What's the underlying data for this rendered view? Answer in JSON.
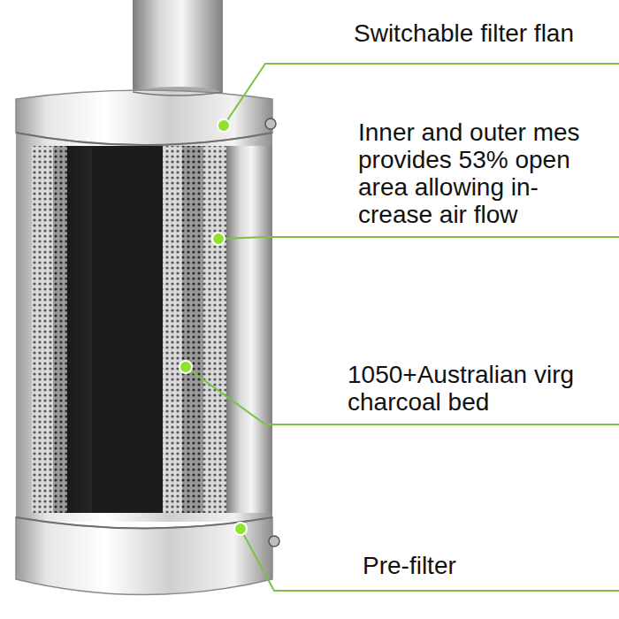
{
  "diagram": {
    "labels": [
      "Switchable filter flan",
      "Inner and outer mes provides 53% open area allowing in- crease air flow",
      "1050+Australian virg charcoal bed",
      "Pre-filter"
    ]
  }
}
